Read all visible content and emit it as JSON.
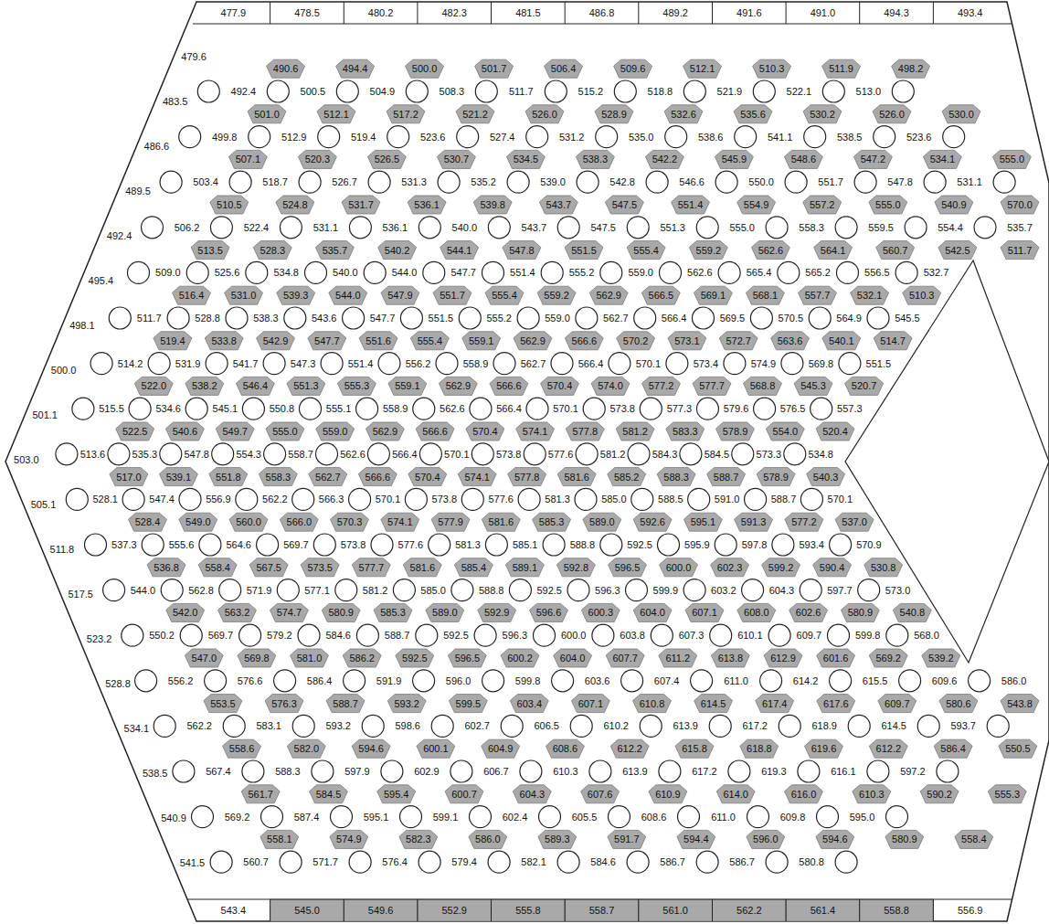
{
  "diagram": {
    "labels": [
      "477.9",
      "478.5",
      "480.2",
      "482.3",
      "481.5",
      "486.8",
      "489.2",
      "491.6",
      "491.0",
      "494.3",
      "493.4",
      "479.6",
      "483.5",
      "486.6",
      "489.5",
      "492.4",
      "495.4",
      "498.1",
      "500.0",
      "501.1",
      "503.0",
      "505.1",
      "511.8",
      "517.5",
      "523.2",
      "528.8",
      "534.1",
      "538.5",
      "540.9",
      "541.5",
      "490.6",
      "494.4",
      "500.0",
      "501.7",
      "506.4",
      "509.6",
      "512.1",
      "510.3",
      "511.9",
      "498.2",
      "492.4",
      "500.5",
      "504.9",
      "508.3",
      "511.7",
      "515.2",
      "518.8",
      "521.9",
      "522.1",
      "513.0",
      "501.0",
      "512.1",
      "517.2",
      "521.2",
      "526.0",
      "528.9",
      "532.6",
      "535.6",
      "530.2",
      "526.0",
      "530.0",
      "499.8",
      "512.9",
      "519.4",
      "523.6",
      "527.4",
      "531.2",
      "535.0",
      "538.6",
      "541.1",
      "538.5",
      "523.6",
      "507.1",
      "520.3",
      "526.5",
      "530.7",
      "534.5",
      "538.3",
      "542.2",
      "545.9",
      "548.6",
      "547.2",
      "534.1",
      "555.0",
      "503.4",
      "518.7",
      "526.7",
      "531.3",
      "535.2",
      "539.0",
      "542.8",
      "546.6",
      "550.0",
      "551.7",
      "547.8",
      "531.1",
      "510.5",
      "524.8",
      "531.7",
      "536.1",
      "539.8",
      "543.7",
      "547.5",
      "551.4",
      "554.9",
      "557.2",
      "555.0",
      "540.9",
      "570.0",
      "506.2",
      "522.4",
      "531.1",
      "536.1",
      "540.0",
      "543.7",
      "547.5",
      "551.3",
      "555.0",
      "558.3",
      "559.5",
      "554.4",
      "535.7",
      "513.5",
      "528.3",
      "535.7",
      "540.2",
      "544.1",
      "547.8",
      "551.5",
      "555.4",
      "559.2",
      "562.6",
      "564.1",
      "560.7",
      "542.5",
      "511.7",
      "509.0",
      "525.6",
      "534.8",
      "540.0",
      "544.0",
      "547.7",
      "551.4",
      "555.2",
      "559.0",
      "562.6",
      "565.4",
      "565.2",
      "556.5",
      "532.7",
      "516.4",
      "531.0",
      "539.3",
      "544.0",
      "547.9",
      "551.7",
      "555.4",
      "559.2",
      "562.9",
      "566.5",
      "569.1",
      "568.1",
      "557.7",
      "532.1",
      "510.3",
      "511.7",
      "528.8",
      "538.3",
      "543.6",
      "547.7",
      "551.5",
      "555.2",
      "559.0",
      "562.7",
      "566.4",
      "569.5",
      "570.5",
      "564.9",
      "545.5",
      "519.4",
      "533.8",
      "542.9",
      "547.7",
      "551.6",
      "555.4",
      "559.1",
      "562.9",
      "566.6",
      "570.2",
      "573.1",
      "572.7",
      "563.6",
      "540.1",
      "514.7",
      "514.2",
      "531.9",
      "541.7",
      "547.3",
      "551.4",
      "556.2",
      "558.9",
      "562.7",
      "566.4",
      "570.1",
      "573.4",
      "574.9",
      "569.8",
      "551.5",
      "522.0",
      "538.2",
      "546.4",
      "551.3",
      "555.3",
      "559.1",
      "562.9",
      "566.6",
      "570.4",
      "574.0",
      "577.2",
      "577.7",
      "568.8",
      "545.3",
      "520.7",
      "515.5",
      "534.6",
      "545.1",
      "550.8",
      "555.1",
      "558.9",
      "562.6",
      "566.4",
      "570.1",
      "573.8",
      "577.3",
      "579.6",
      "576.5",
      "557.3",
      "522.5",
      "540.6",
      "549.7",
      "555.0",
      "559.0",
      "562.9",
      "566.6",
      "570.4",
      "574.1",
      "577.8",
      "581.2",
      "583.3",
      "578.9",
      "554.0",
      "520.4",
      "513.6",
      "535.3",
      "547.8",
      "554.3",
      "558.7",
      "562.6",
      "566.4",
      "570.1",
      "573.8",
      "577.6",
      "581.2",
      "584.3",
      "584.5",
      "573.3",
      "534.8",
      "517.0",
      "539.1",
      "551.8",
      "558.3",
      "562.7",
      "566.6",
      "570.4",
      "574.1",
      "577.8",
      "581.6",
      "585.2",
      "588.3",
      "588.7",
      "578.9",
      "540.3",
      "528.1",
      "547.4",
      "556.9",
      "562.2",
      "566.3",
      "570.1",
      "573.8",
      "577.6",
      "581.3",
      "585.0",
      "588.5",
      "591.0",
      "588.7",
      "570.1",
      "528.4",
      "549.0",
      "560.0",
      "566.0",
      "570.3",
      "574.1",
      "577.9",
      "581.6",
      "585.3",
      "589.0",
      "592.6",
      "595.1",
      "591.3",
      "577.2",
      "537.0",
      "537.3",
      "555.6",
      "564.6",
      "569.7",
      "573.8",
      "577.6",
      "581.3",
      "585.1",
      "588.8",
      "592.5",
      "595.9",
      "597.8",
      "593.4",
      "570.9",
      "536.8",
      "558.4",
      "567.5",
      "573.5",
      "577.7",
      "581.6",
      "585.4",
      "589.1",
      "592.8",
      "596.5",
      "600.0",
      "602.3",
      "599.2",
      "590.4",
      "530.8",
      "544.0",
      "562.8",
      "571.9",
      "577.1",
      "581.2",
      "585.0",
      "588.8",
      "592.5",
      "596.3",
      "599.9",
      "603.2",
      "604.3",
      "597.7",
      "573.0",
      "542.0",
      "563.2",
      "574.7",
      "580.9",
      "585.3",
      "589.0",
      "592.9",
      "596.6",
      "600.3",
      "604.0",
      "607.1",
      "608.0",
      "602.6",
      "580.9",
      "540.8",
      "550.2",
      "569.7",
      "579.2",
      "584.6",
      "588.7",
      "592.5",
      "596.3",
      "600.0",
      "603.8",
      "607.3",
      "610.1",
      "609.7",
      "599.8",
      "568.0",
      "547.0",
      "569.8",
      "581.0",
      "586.2",
      "592.5",
      "596.5",
      "600.2",
      "604.0",
      "607.7",
      "611.2",
      "613.8",
      "612.9",
      "601.6",
      "569.2",
      "539.2",
      "556.2",
      "576.6",
      "586.4",
      "591.9",
      "596.0",
      "599.8",
      "603.6",
      "607.4",
      "611.0",
      "614.2",
      "615.5",
      "609.6",
      "586.0",
      "553.5",
      "576.3",
      "588.7",
      "593.2",
      "599.5",
      "603.4",
      "607.1",
      "610.8",
      "614.5",
      "617.4",
      "617.6",
      "609.7",
      "580.6",
      "543.8",
      "562.2",
      "583.1",
      "593.2",
      "598.6",
      "602.7",
      "606.5",
      "610.2",
      "613.9",
      "617.2",
      "618.9",
      "614.5",
      "593.7",
      "558.6",
      "582.0",
      "594.6",
      "600.1",
      "604.9",
      "608.6",
      "612.2",
      "615.8",
      "618.8",
      "619.6",
      "612.2",
      "586.4",
      "550.5",
      "567.4",
      "588.3",
      "597.9",
      "602.9",
      "606.7",
      "610.3",
      "613.9",
      "617.2",
      "619.3",
      "616.1",
      "597.2",
      "561.7",
      "584.5",
      "595.4",
      "600.7",
      "604.3",
      "607.6",
      "610.9",
      "614.0",
      "616.0",
      "610.3",
      "590.2",
      "555.3",
      "569.2",
      "587.4",
      "595.1",
      "599.1",
      "602.4",
      "605.5",
      "608.6",
      "611.0",
      "609.8",
      "595.0",
      "558.1",
      "574.9",
      "582.3",
      "586.0",
      "589.3",
      "591.7",
      "594.4",
      "596.0",
      "594.6",
      "580.9",
      "558.4",
      "560.7",
      "571.7",
      "576.4",
      "579.4",
      "582.1",
      "584.6",
      "586.7",
      "586.7",
      "580.8",
      "543.4",
      "545.0",
      "549.6",
      "552.9",
      "555.8",
      "558.7",
      "561.0",
      "562.2",
      "561.4",
      "558.8",
      "556.9"
    ]
  }
}
